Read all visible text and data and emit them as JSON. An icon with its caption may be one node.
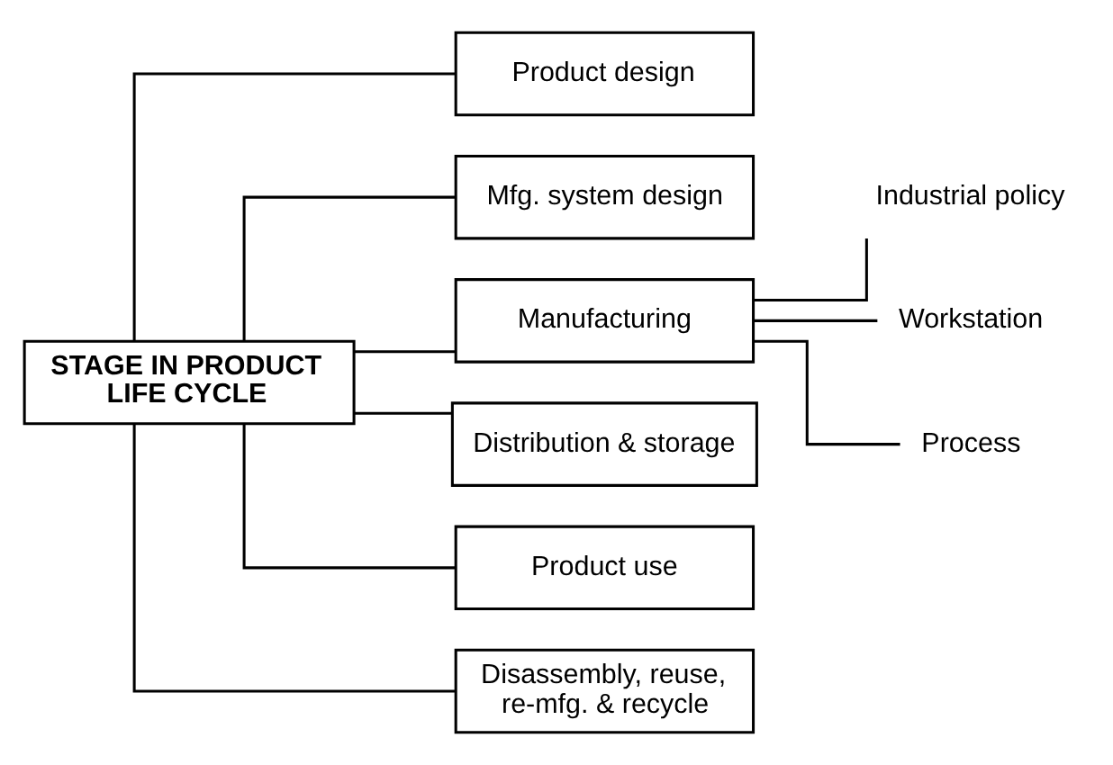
{
  "diagram": {
    "nodes": [
      {
        "text": [
          "STAGE IN PRODUCT LIFE CYCLE"
        ]
      },
      {
        "text": [
          "Product design"
        ]
      },
      {
        "text": [
          "Mfg. system design"
        ]
      },
      {
        "text": [
          "Manufacturing"
        ]
      },
      {
        "text": [
          "Distribution & storage"
        ]
      },
      {
        "text": [
          "Product use"
        ]
      },
      {
        "text": [
          "Disassembly, reuse, re-mfg. & recycle"
        ]
      },
      {
        "text": [
          "Industrial policy"
        ]
      },
      {
        "text": [
          "Workstation"
        ]
      },
      {
        "text": [
          "Process"
        ]
      }
    ],
    "edges": [
      {
        "from": 0,
        "to": 1,
        "arrow": "none"
      },
      {
        "from": 0,
        "to": 2,
        "arrow": "none"
      },
      {
        "from": 0,
        "to": 3,
        "arrow": "none"
      },
      {
        "from": 0,
        "to": 4,
        "arrow": "none"
      },
      {
        "from": 0,
        "to": 5,
        "arrow": "none"
      },
      {
        "from": 0,
        "to": 6,
        "arrow": "none"
      },
      {
        "from": 3,
        "to": 7,
        "arrow": "none"
      },
      {
        "from": 3,
        "to": 8,
        "arrow": "none"
      },
      {
        "from": 3,
        "to": 9,
        "arrow": "none"
      }
    ]
  }
}
